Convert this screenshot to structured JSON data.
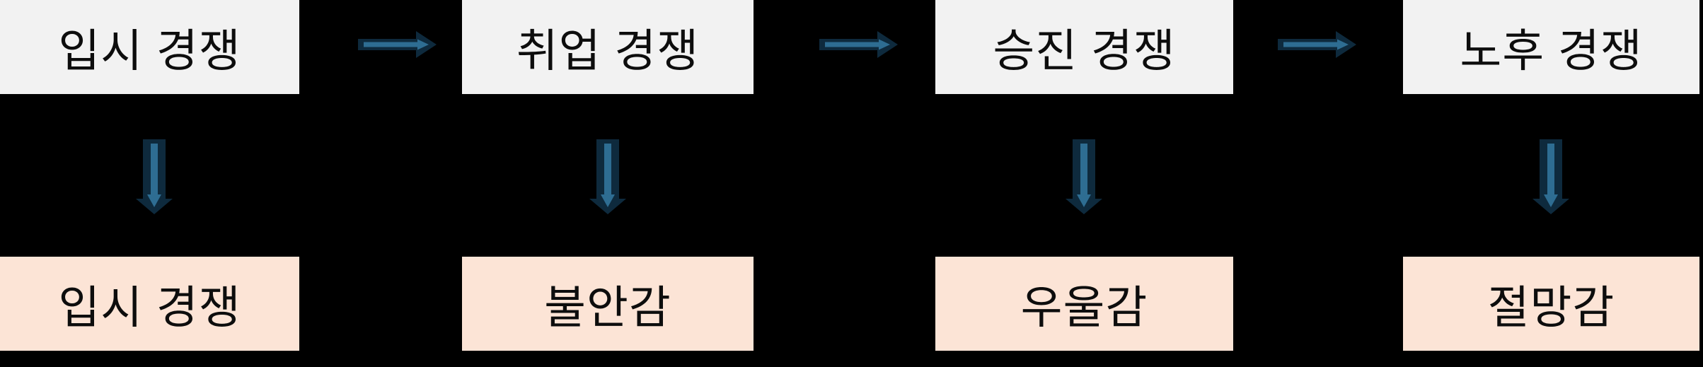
{
  "diagram": {
    "type": "flowchart",
    "description": "Korean life-stage competition flow: each competition stage (gray box) leads to the next via right arrows; each stage points down to an emotional outcome (peach box).",
    "columns": [
      {
        "stage": "입시 경쟁",
        "result": "입시 경쟁"
      },
      {
        "stage": "취업 경쟁",
        "result": "불안감"
      },
      {
        "stage": "승진 경쟁",
        "result": "우울감"
      },
      {
        "stage": "노후 경쟁",
        "result": "절망감"
      }
    ],
    "icons": {
      "right_arrow": "right-arrow-icon",
      "down_arrow": "down-arrow-icon"
    },
    "colors": {
      "background": "#000000",
      "stage_box_bg": "#f2f2f2",
      "result_box_bg": "#fce4d6",
      "box_text": "#0d0d0d",
      "arrow_outline": "#0e2a3d",
      "arrow_inner": "#2e6d92"
    }
  }
}
